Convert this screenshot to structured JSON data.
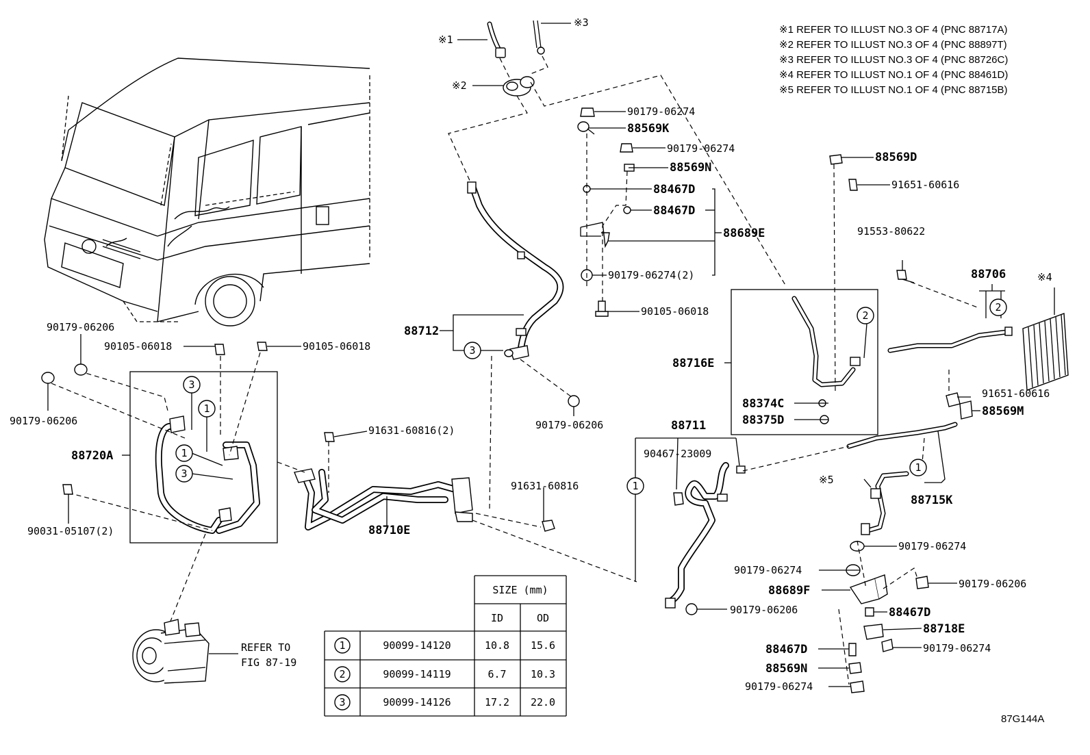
{
  "notes": [
    "※1 REFER TO ILLUST NO.3 OF 4 (PNC 88717A)",
    "※2 REFER TO ILLUST NO.3 OF 4 (PNC 88897T)",
    "※3 REFER TO ILLUST NO.3 OF 4 (PNC 88726C)",
    "※4 REFER TO ILLUST NO.1 OF 4 (PNC 88461D)",
    "※5 REFER TO ILLUST NO.1 OF 4 (PNC 88715B)"
  ],
  "refs": {
    "r1": "※1",
    "r2": "※2",
    "r3": "※3",
    "r4": "※4",
    "r5": "※5"
  },
  "labels": {
    "p_90179_06274_a": "90179-06274",
    "p_88569K": "88569K",
    "p_90179_06274_b": "90179-06274",
    "p_88569N_a": "88569N",
    "p_88467D_a": "88467D",
    "p_88467D_b": "88467D",
    "p_88689E": "88689E",
    "p_90179_06274_2": "90179-06274(2)",
    "p_90105_06018_a": "90105-06018",
    "p_88569D": "88569D",
    "p_91651_60616_a": "91651-60616",
    "p_91553_80622": "91553-80622",
    "p_88706": "88706",
    "p_88716E": "88716E",
    "p_88374C": "88374C",
    "p_88375D": "88375D",
    "p_91651_60616_b": "91651-60616",
    "p_88569M": "88569M",
    "p_88712": "88712",
    "p_90179_06206_a": "90179-06206",
    "p_90105_06018_b": "90105-06018",
    "p_90105_06018_c": "90105-06018",
    "p_90179_06206_b": "90179-06206",
    "p_88720A": "88720A",
    "p_90031_05107_2": "90031-05107(2)",
    "p_91631_60816_2": "91631-60816(2)",
    "p_88710E": "88710E",
    "p_91631_60816": "91631-60816",
    "p_90179_06206_c": "90179-06206",
    "p_88711": "88711",
    "p_90467_23009": "90467-23009",
    "p_88715K": "88715K",
    "p_90179_06274_c": "90179-06274",
    "p_90179_06274_d": "90179-06274",
    "p_88689F": "88689F",
    "p_90179_06206_d": "90179-06206",
    "p_90179_06206_e": "90179-06206",
    "p_88467D_c": "88467D",
    "p_88718E": "88718E",
    "p_90179_06274_e": "90179-06274",
    "p_88467D_d": "88467D",
    "p_88569N_b": "88569N",
    "p_90179_06274_f": "90179-06274",
    "refer_to": "REFER TO",
    "fig": "FIG 87-19",
    "figure_code": "87G144A"
  },
  "callouts": {
    "c1": "1",
    "c2": "2",
    "c3": "3"
  },
  "size_table": {
    "header": "SIZE (mm)",
    "col_id": "ID",
    "col_od": "OD",
    "rows": [
      {
        "key": "1",
        "part": "90099-14120",
        "id": "10.8",
        "od": "15.6"
      },
      {
        "key": "2",
        "part": "90099-14119",
        "id": "6.7",
        "od": "10.3"
      },
      {
        "key": "3",
        "part": "90099-14126",
        "id": "17.2",
        "od": "22.0"
      }
    ]
  }
}
